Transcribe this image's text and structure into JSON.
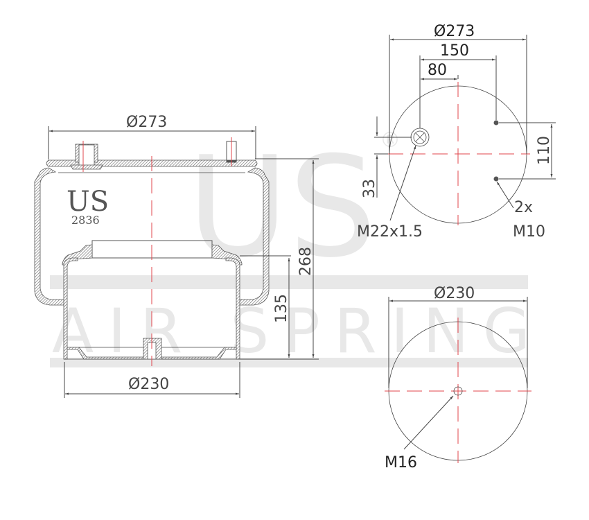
{
  "watermark": {
    "logo_text": "US",
    "registered_mark": "®",
    "tagline": "AIR SPRING",
    "color": "#e8e8e8"
  },
  "side_view": {
    "brand": "US",
    "model": "2836",
    "dimensions": {
      "top_diameter": "Ø273",
      "bottom_diameter": "Ø230",
      "overall_height": "268",
      "piston_height": "135"
    }
  },
  "top_view": {
    "dimensions": {
      "diameter": "Ø273",
      "stud_spacing_x": "150",
      "air_fitting_offset_x": "80",
      "stud_spacing_y": "110",
      "air_fitting_offset_y": "33"
    },
    "labels": {
      "air_fitting": "M22x1.5",
      "stud_count": "2x",
      "stud_thread": "M10"
    }
  },
  "bottom_view": {
    "dimensions": {
      "diameter": "Ø230"
    },
    "labels": {
      "bolt_thread": "M16"
    }
  },
  "colors": {
    "line": "#555555",
    "centerline": "#e0454b",
    "text": "#444444",
    "watermark": "#e8e8e8"
  }
}
